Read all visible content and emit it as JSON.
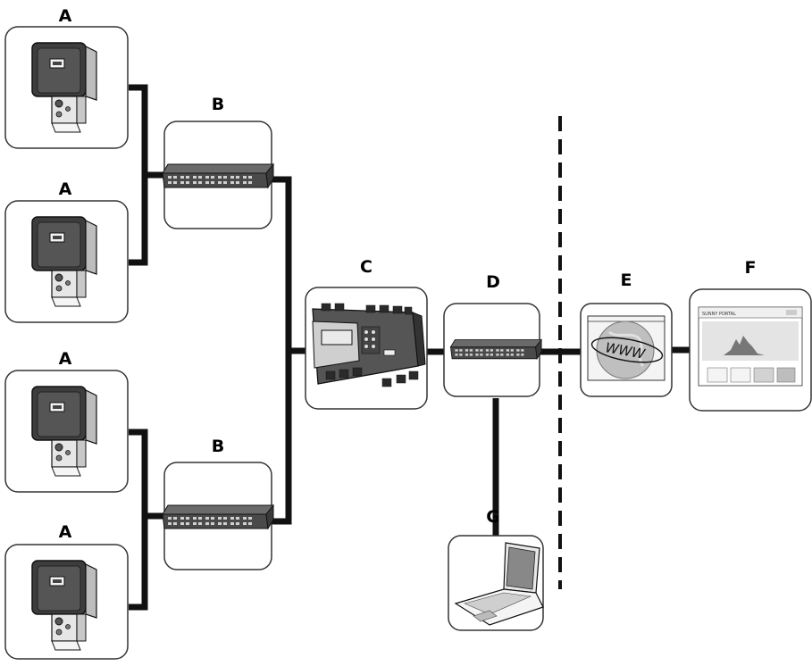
{
  "labels": {
    "inverter": "A",
    "switch": "B",
    "datalogger": "C",
    "router": "D",
    "internet": "E",
    "portal": "F",
    "computer": "G"
  },
  "icons": {
    "inverter": "inverter-icon",
    "switch": "network-switch-icon",
    "datalogger": "datalogger-icon",
    "router": "router-icon",
    "internet": "internet-globe-icon",
    "portal": "web-portal-screen-icon",
    "computer": "laptop-icon"
  },
  "internet_text": "WWW",
  "portal_header_text": "SUNNY PORTAL",
  "colors": {
    "line": "#111111",
    "box_border": "#333333",
    "device_dark": "#4a4a4a",
    "device_light": "#d9d9d9"
  }
}
